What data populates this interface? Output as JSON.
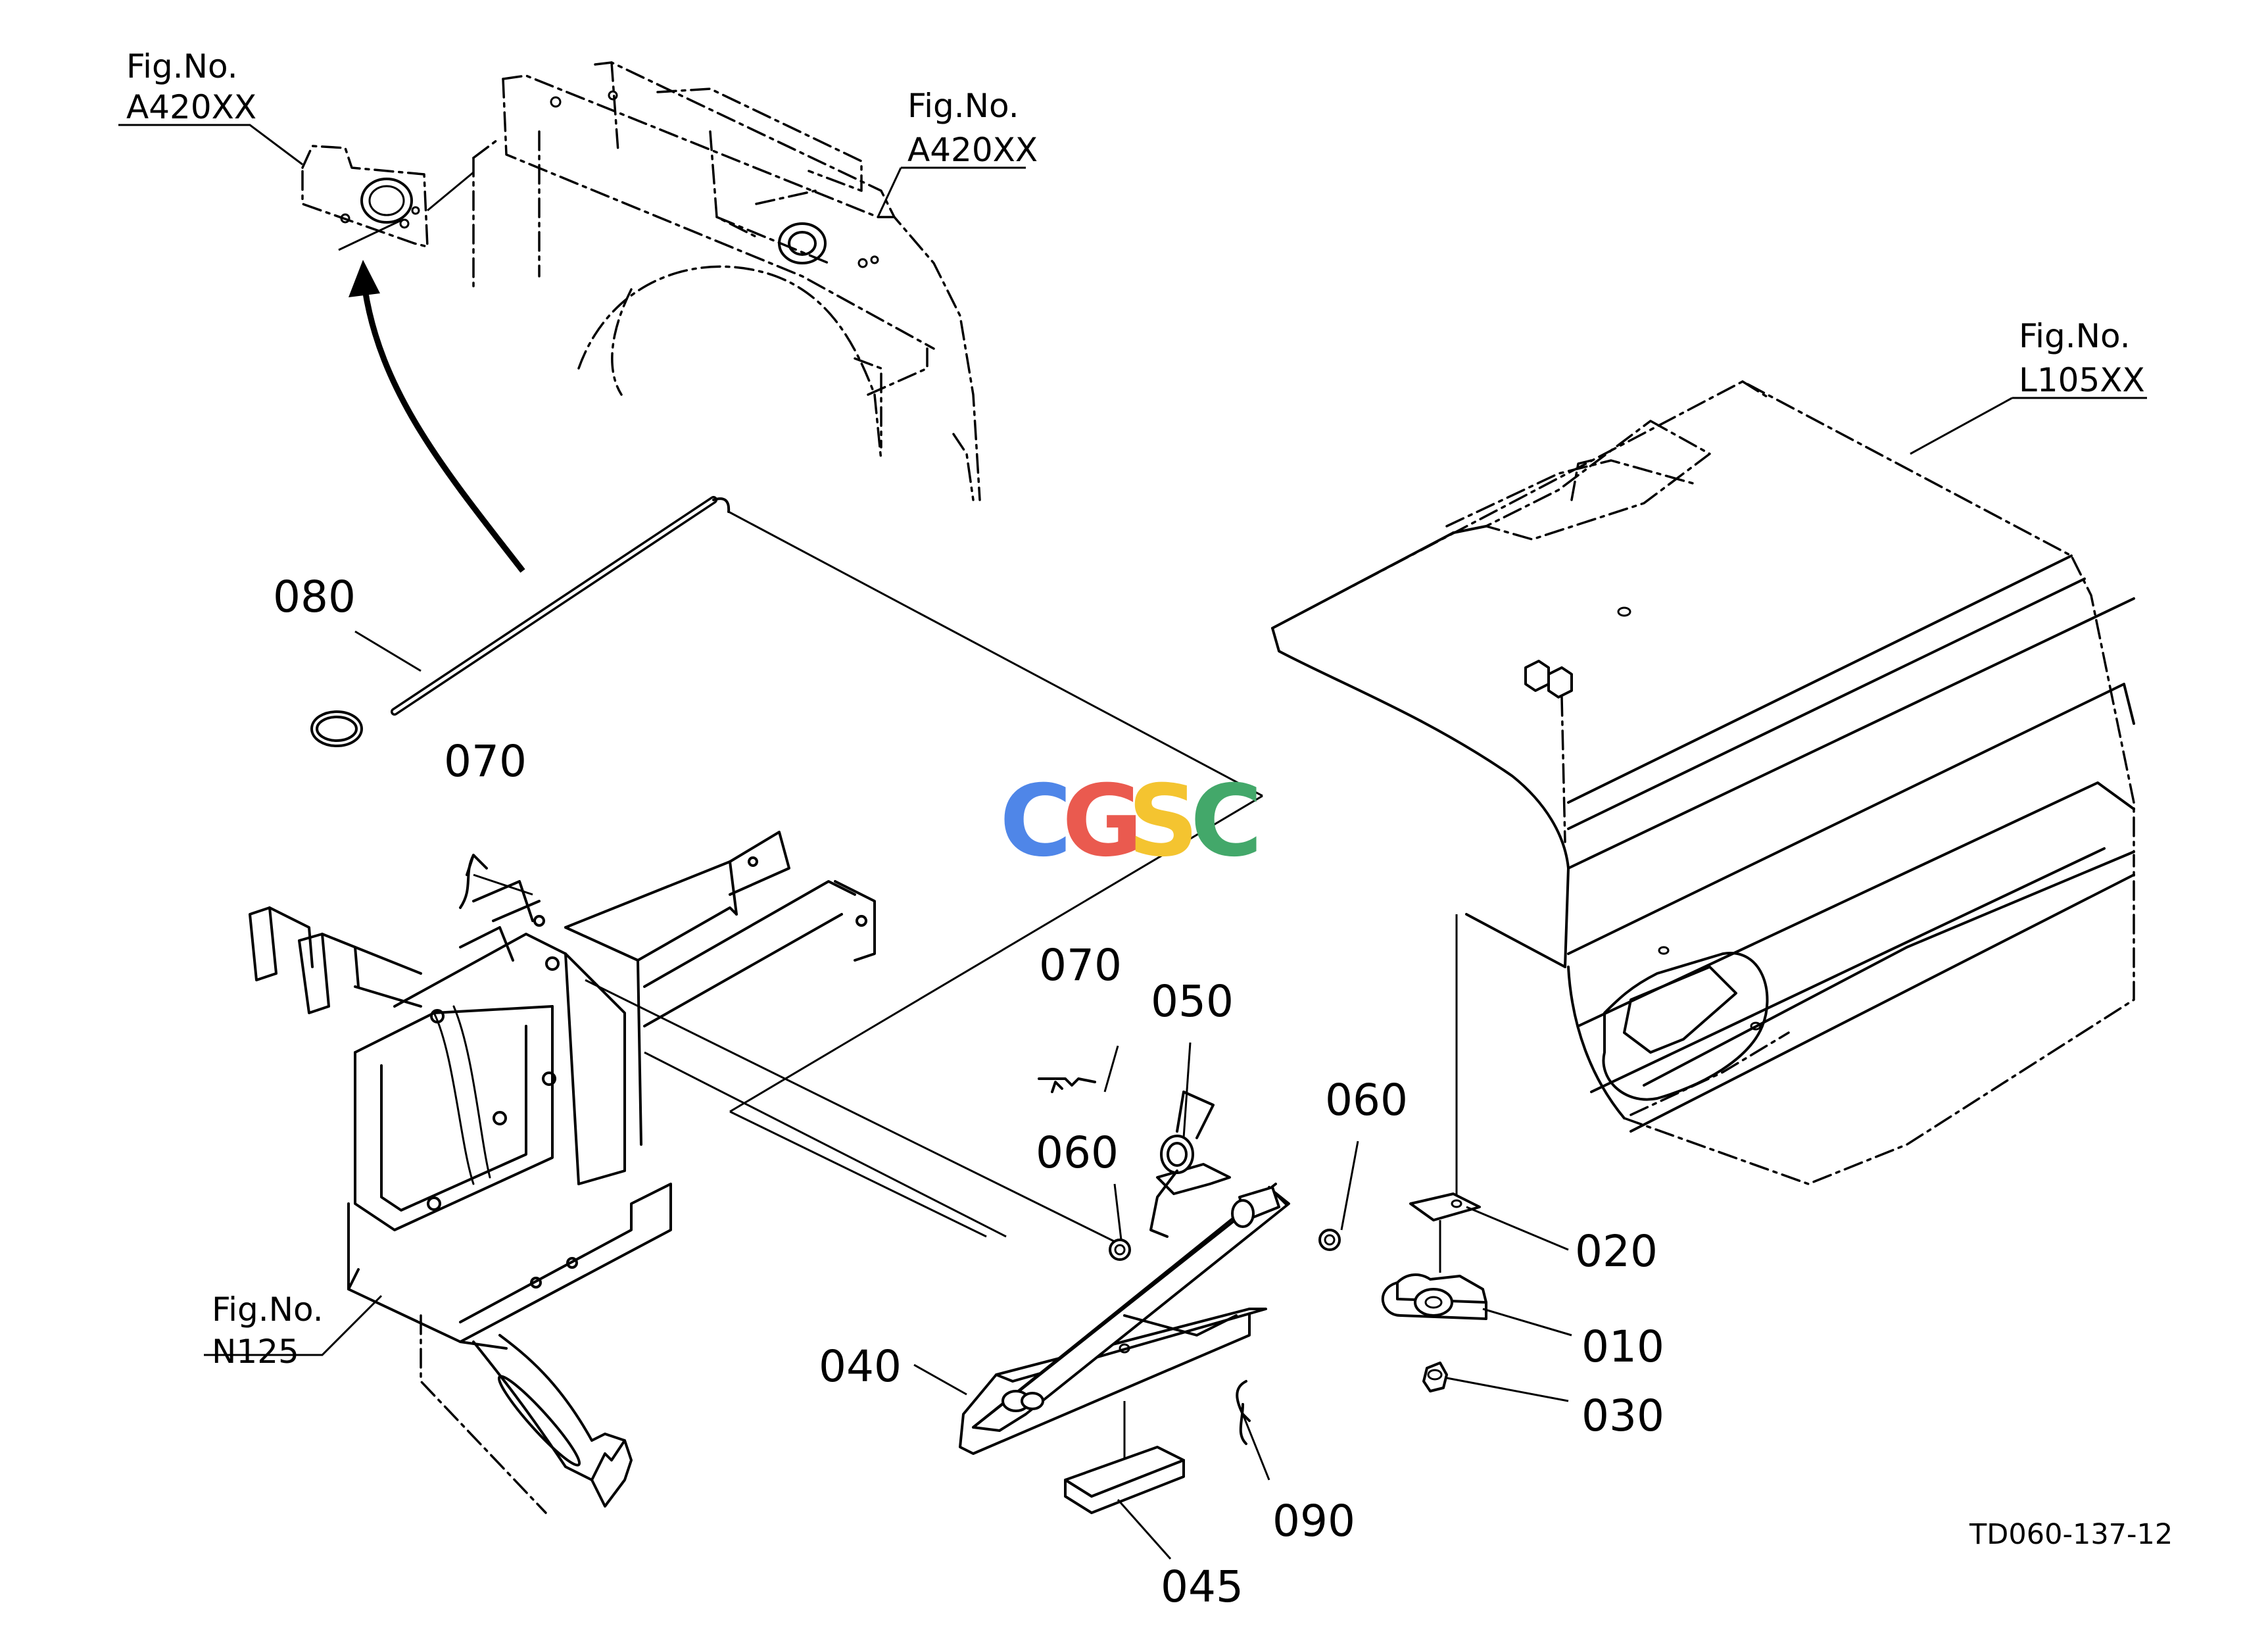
{
  "parts": [
    {
      "id": "p080",
      "number": "080"
    },
    {
      "id": "p070a",
      "number": "070"
    },
    {
      "id": "p070b",
      "number": "070"
    },
    {
      "id": "p050",
      "number": "050"
    },
    {
      "id": "p060a",
      "number": "060"
    },
    {
      "id": "p060b",
      "number": "060"
    },
    {
      "id": "p020",
      "number": "020"
    },
    {
      "id": "p010",
      "number": "010"
    },
    {
      "id": "p030",
      "number": "030"
    },
    {
      "id": "p040",
      "number": "040"
    },
    {
      "id": "p090",
      "number": "090"
    },
    {
      "id": "p045",
      "number": "045"
    }
  ],
  "figure_refs": [
    {
      "id": "ref-a420-left",
      "caption": "Fig.No.",
      "code": "A420XX"
    },
    {
      "id": "ref-a420-top",
      "caption": "Fig.No.",
      "code": "A420XX"
    },
    {
      "id": "ref-l105",
      "caption": "Fig.No.",
      "code": "L105XX"
    },
    {
      "id": "ref-n125",
      "caption": "Fig.No.",
      "code": "N125"
    }
  ],
  "drawing_code": "TD060-137-12",
  "watermark": {
    "letters": [
      "C",
      "G",
      "S",
      "C"
    ],
    "colors": [
      "#4f86e8",
      "#ea5a4f",
      "#f4c430",
      "#43a86a"
    ]
  }
}
